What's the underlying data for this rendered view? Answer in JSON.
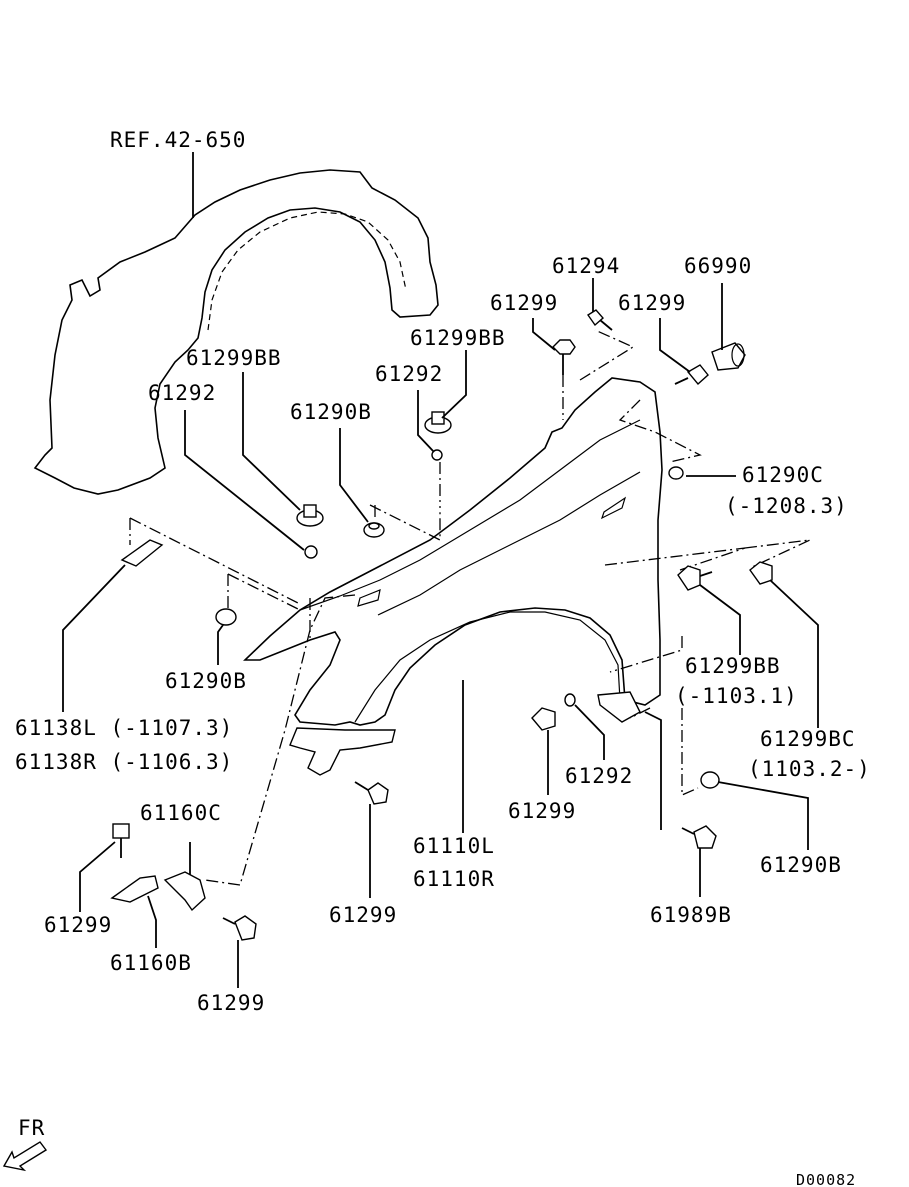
{
  "labels": {
    "ref": "REF.42-650",
    "p61294": "61294",
    "p66990": "66990",
    "p61299_top_left": "61299",
    "p61299_top_right": "61299",
    "p61299bb_upper_left": "61299BB",
    "p61299bb_upper_mid": "61299BB",
    "p61292_left": "61292",
    "p61292_mid": "61292",
    "p61290b_top": "61290B",
    "p61290c": "61290C",
    "p61290c_note": "(-1208.3)",
    "p61290b_left": "61290B",
    "p61138l": "61138L (-1107.3)",
    "p61138r": "61138R (-1106.3)",
    "p61299bb_right": "61299BB",
    "p61299bb_right_note": "(-1103.1)",
    "p61299bc": "61299BC",
    "p61299bc_note": "(1103.2-)",
    "p61292_low": "61292",
    "p61299_low_mid": "61299",
    "p61160c": "61160C",
    "p61299_low_left": "61299",
    "p61160b": "61160B",
    "p61299_bottom": "61299",
    "p61299_center": "61299",
    "p61110l": "61110L",
    "p61110r": "61110R",
    "p61989b": "61989B",
    "p61290b_right": "61290B",
    "fr": "FR",
    "code": "D00082"
  },
  "icons": {
    "front_arrow": "front-direction-arrow-icon"
  }
}
